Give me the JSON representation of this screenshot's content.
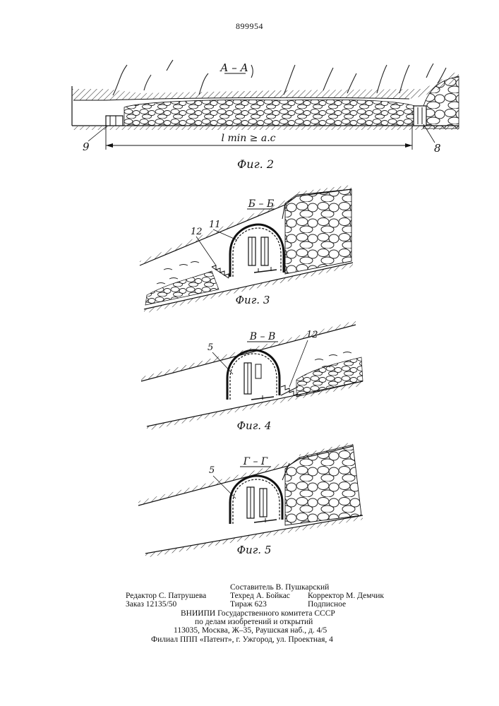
{
  "patent_number": "899954",
  "figures": {
    "fig2": {
      "section": "А – А",
      "caption": "Фиг. 2",
      "dimension": "l min ≥ a.c",
      "callouts": [
        "9",
        "8"
      ]
    },
    "fig3": {
      "section": "Б – Б",
      "caption": "Фиг. 3",
      "callouts": [
        "12",
        "11"
      ]
    },
    "fig4": {
      "section": "В – В",
      "caption": "Фиг. 4",
      "callouts": [
        "5",
        "12"
      ]
    },
    "fig5": {
      "section": "Г – Г",
      "caption": "Фиг. 5",
      "callouts": [
        "5"
      ]
    }
  },
  "imprint": {
    "compiler": "Составитель В. Пушкарский",
    "editor": "Редактор С. Патрушева",
    "techred": "Техред А. Бойкас",
    "corrector": "Корректор М. Демчик",
    "order": "Заказ 12135/50",
    "circulation": "Тираж 623",
    "subscription": "Подписное",
    "org_line1": "ВНИИПИ Государственного комитета СССР",
    "org_line2": "по делам изобретений и открытий",
    "address": "113035, Москва, Ж–35, Раушская наб., д. 4/5",
    "branch": "Филиал ППП «Патент», г. Ужгород, ул. Проектная, 4"
  }
}
